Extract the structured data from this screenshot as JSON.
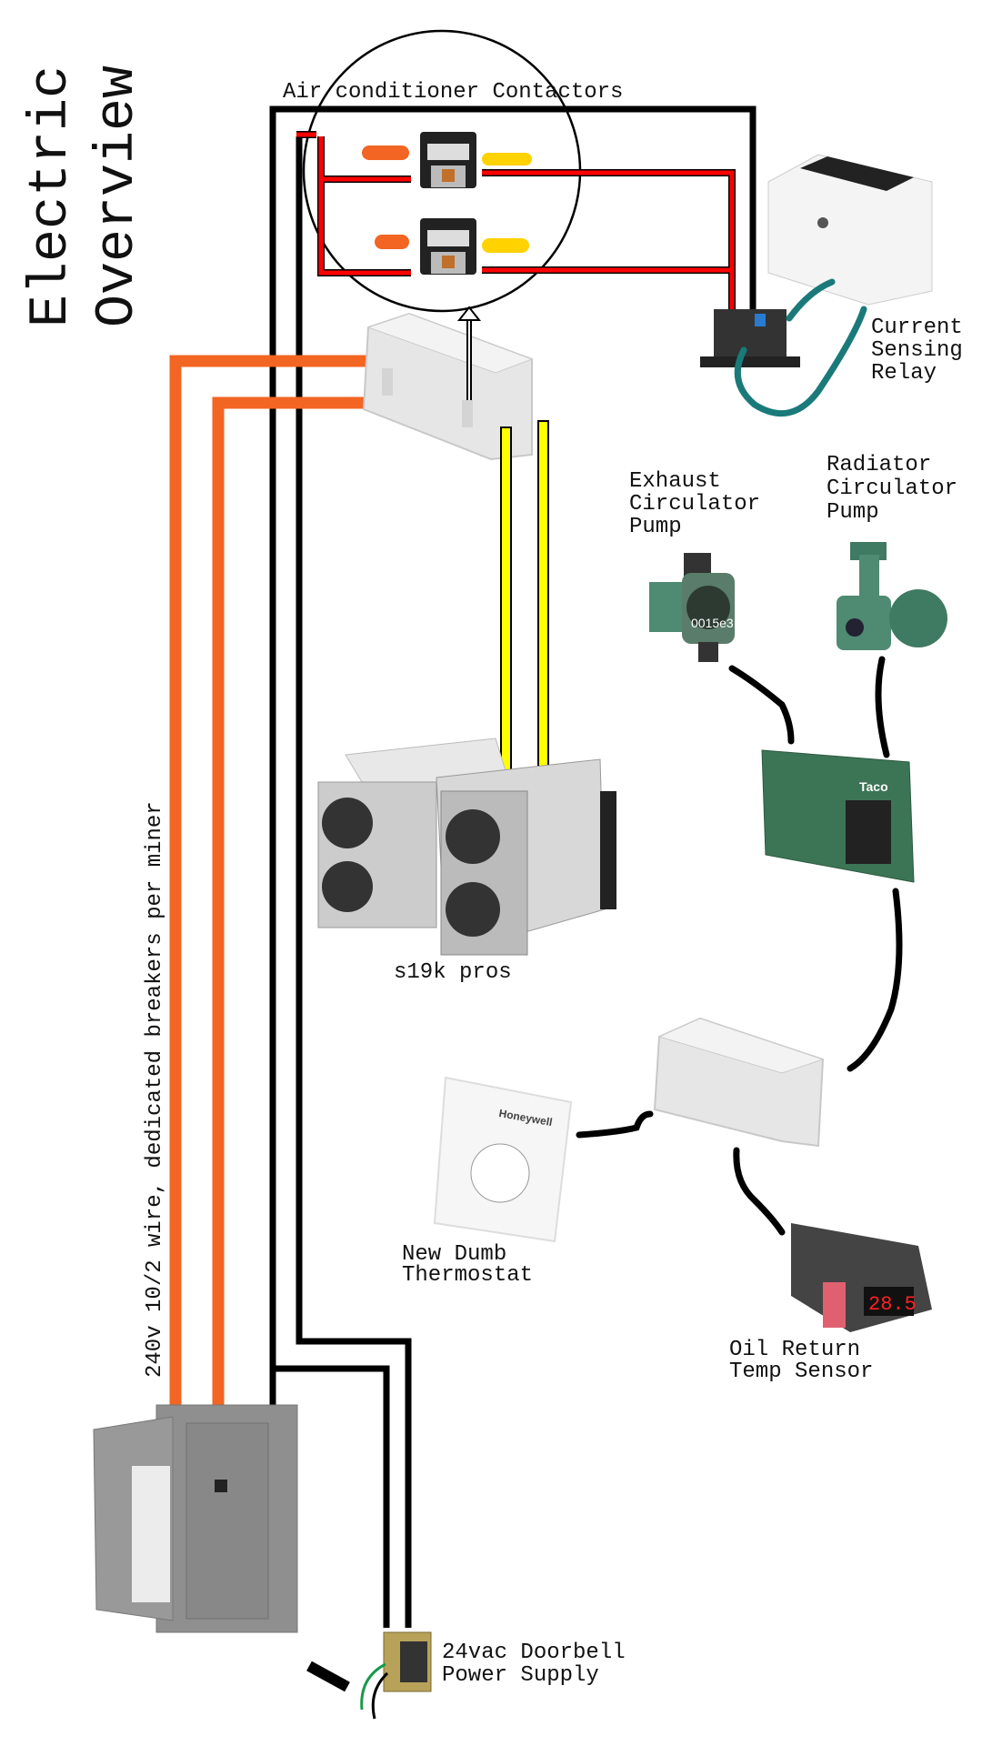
{
  "title": {
    "line1": "Electric",
    "line2": "Overview"
  },
  "labels": {
    "contactors": "Air conditioner Contactors",
    "relay": [
      "Current",
      "Sensing",
      "Relay"
    ],
    "exhaust_pump": [
      "Exhaust",
      "Circulator",
      "Pump"
    ],
    "radiator_pump": [
      "Radiator",
      "Circulator",
      "Pump"
    ],
    "miners": "s19k pros",
    "thermostat": [
      "New Dumb",
      "Thermostat"
    ],
    "temp_sensor": [
      "Oil Return",
      "Temp Sensor"
    ],
    "wire_note": "240v 10/2 wire, dedicated breakers per miner",
    "power_supply": [
      "24vac Doorbell",
      "Power Supply"
    ]
  },
  "device_text": {
    "thermostat_brand": "Honeywell",
    "pump_model": "0015e3",
    "controller_brand": "Taco",
    "temp_display": "28.5"
  },
  "colors": {
    "power_wire": "#f26522",
    "control_wire": "#ff0000",
    "miner_wire": "#ffff00",
    "signal_wire": "#000000",
    "teal_hose": "#1a7a7a",
    "pump_green": "#4f8a72"
  }
}
